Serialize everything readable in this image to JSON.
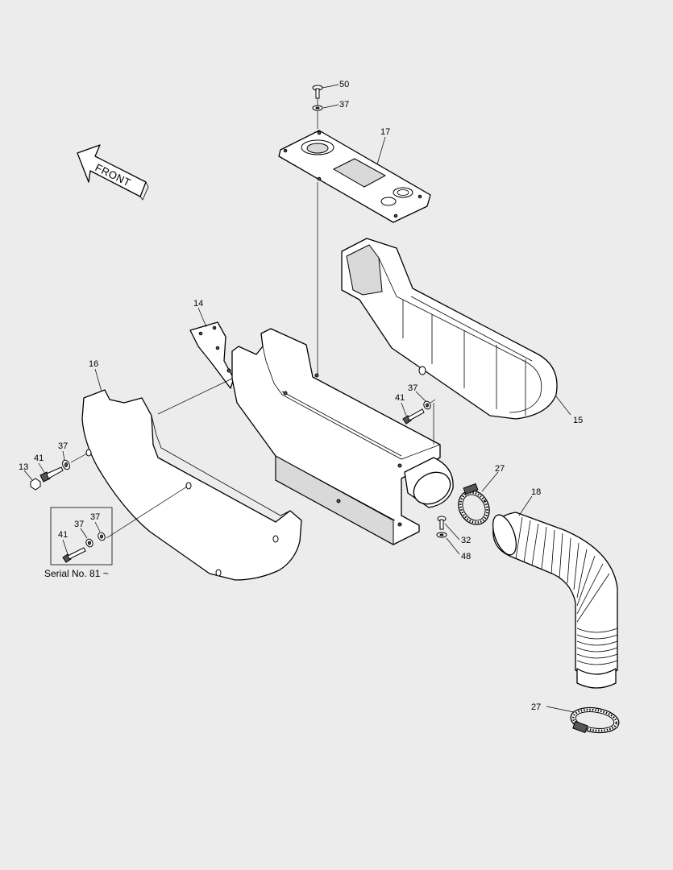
{
  "front_label": "FRONT",
  "serial_note": "Serial No. 81 ~",
  "callouts": {
    "p50": "50",
    "p37_top": "37",
    "p17": "17",
    "p14": "14",
    "p16": "16",
    "p15": "15",
    "p41_mid": "41",
    "p37_mid": "37",
    "p41_left": "41",
    "p37_left": "37",
    "p13": "13",
    "p37_box_a": "37",
    "p37_box_b": "37",
    "p41_box": "41",
    "p27_top": "27",
    "p18": "18",
    "p32": "32",
    "p48": "48",
    "p27_bottom": "27"
  }
}
